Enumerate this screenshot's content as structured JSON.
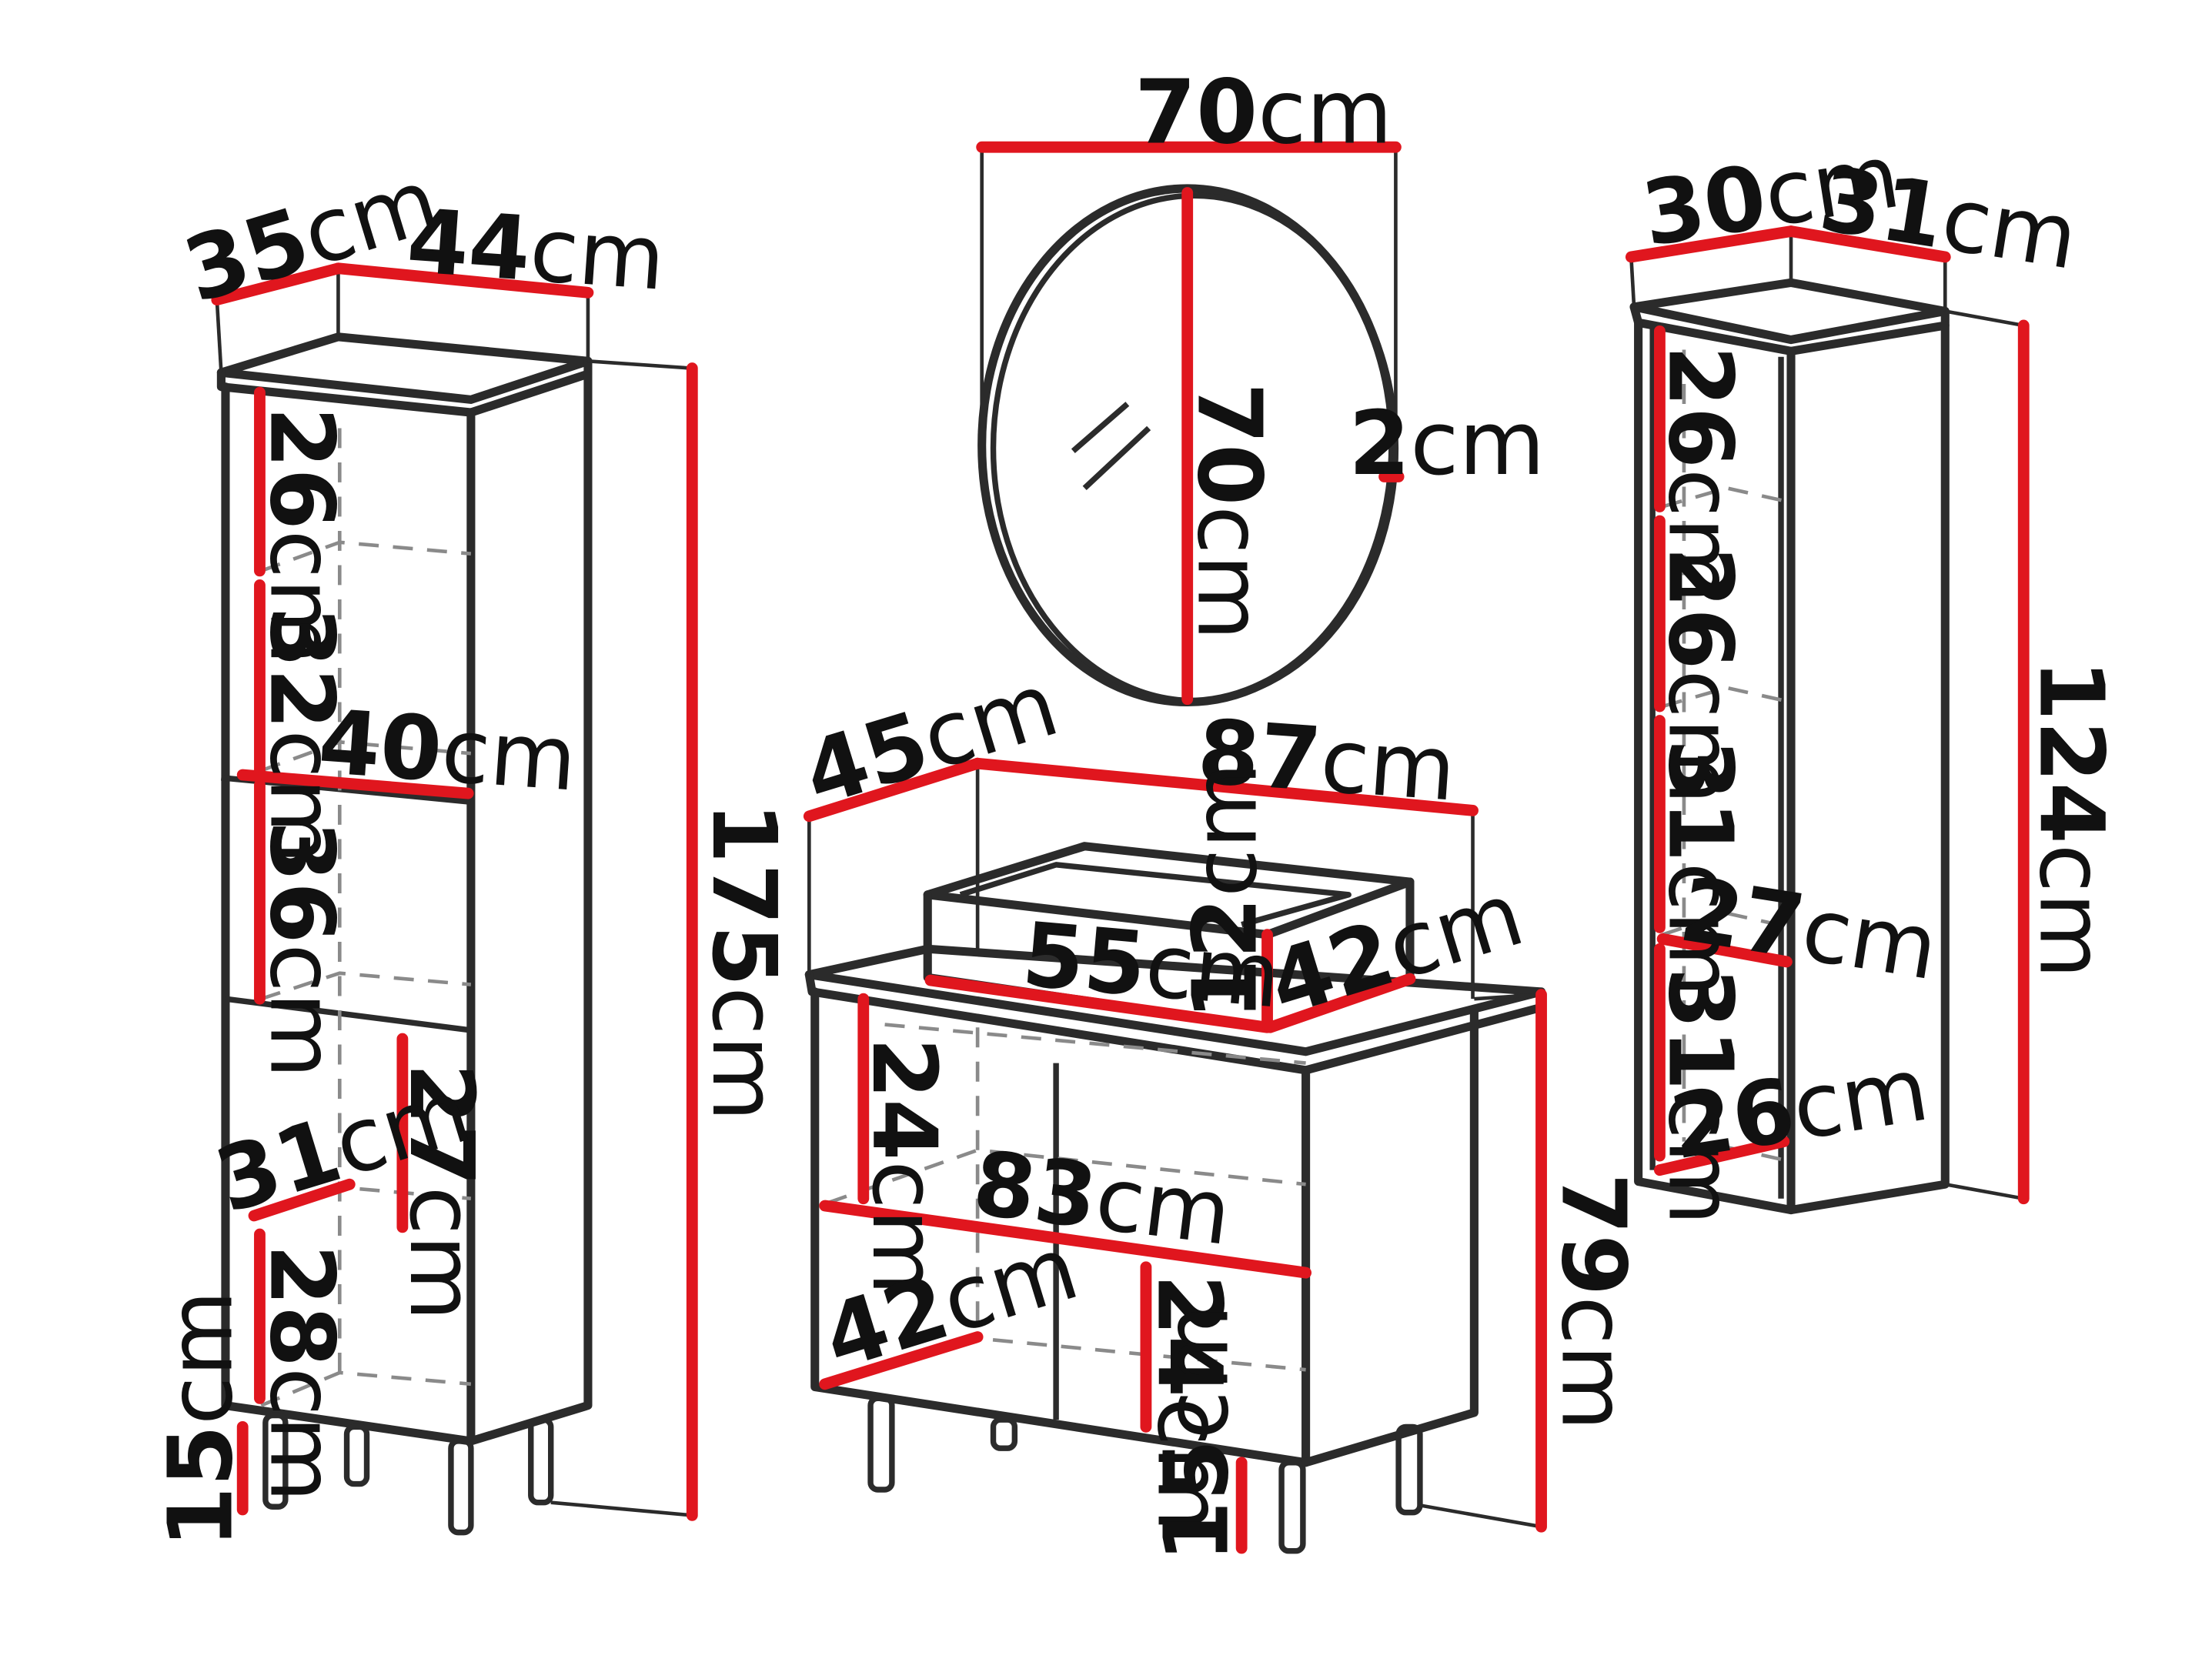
{
  "unit": "cm",
  "cabinet_tall": {
    "depth": "35",
    "width": "44",
    "height": "175",
    "shelf_1": "26",
    "shelf_2": "32",
    "shelf_3": "36",
    "inner_width": "40",
    "door_section": "27",
    "inner_depth": "31",
    "bottom_section": "28",
    "legs": "15"
  },
  "mirror": {
    "width": "70",
    "height": "70",
    "depth": "2"
  },
  "vanity": {
    "depth": "45",
    "width": "87",
    "height": "79",
    "basin_width": "55",
    "basin_height": "12",
    "basin_depth": "42",
    "upper_section": "24",
    "inner_width": "83",
    "lower_section": "24",
    "inner_depth": "42",
    "legs": "15"
  },
  "cabinet_small": {
    "depth": "30",
    "side": "31",
    "height": "124",
    "shelf_1": "26",
    "shelf_2": "26",
    "shelf_3": "31",
    "inner_depth_upper": "27",
    "shelf_4": "31",
    "inner_depth_lower": "26"
  },
  "colors": {
    "dimension": "#e0161e",
    "outline": "#2b2b2b"
  }
}
